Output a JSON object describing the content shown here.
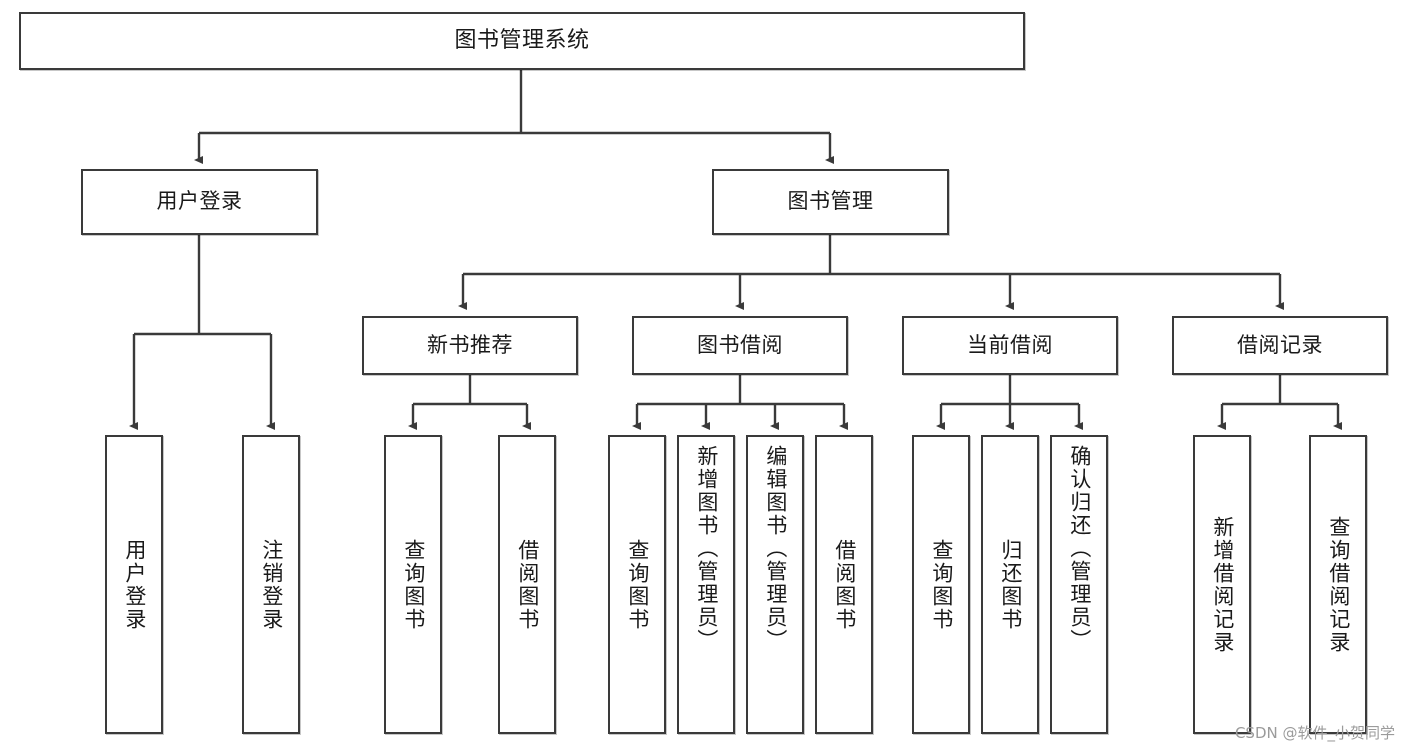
{
  "diagram": {
    "type": "tree-hierarchy",
    "title": "图书管理系统",
    "watermark": "CSDN @软件_小贺同学",
    "colors": {
      "box_border": "#3a3a3a",
      "box_fill": "#ffffff",
      "edge": "#3a3a3a",
      "text": "#1a1a1a",
      "watermark": "#9b9b9b",
      "background": "#ffffff"
    },
    "nodes": {
      "root": {
        "label": "图书管理系统"
      },
      "tier2": [
        {
          "label": "用户登录"
        },
        {
          "label": "图书管理"
        }
      ],
      "tier3": [
        {
          "label": "新书推荐"
        },
        {
          "label": "图书借阅"
        },
        {
          "label": "当前借阅"
        },
        {
          "label": "借阅记录"
        }
      ],
      "leaves": {
        "user_login": [
          {
            "label": "用户登录"
          },
          {
            "label": "注销登录"
          }
        ],
        "new_book_recommend": [
          {
            "label": "查询图书"
          },
          {
            "label": "借阅图书"
          }
        ],
        "book_borrow": [
          {
            "label": "查询图书"
          },
          {
            "label": "新增图书（管理员）"
          },
          {
            "label": "编辑图书（管理员）"
          },
          {
            "label": "借阅图书"
          }
        ],
        "current_borrow": [
          {
            "label": "查询图书"
          },
          {
            "label": "归还图书"
          },
          {
            "label": "确认归还（管理员）"
          }
        ],
        "borrow_record": [
          {
            "label": "新增借阅记录"
          },
          {
            "label": "查询借阅记录"
          }
        ]
      }
    }
  }
}
